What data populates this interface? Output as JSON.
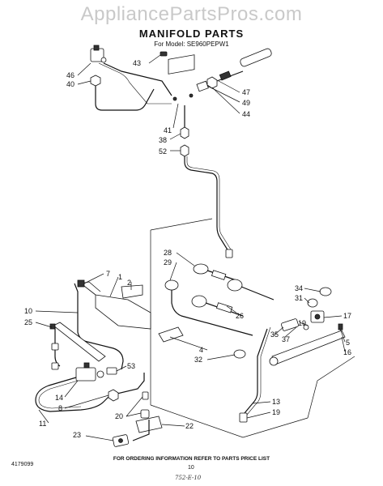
{
  "watermark": "AppliancePartsPros.com",
  "title": "MANIFOLD PARTS",
  "subtitle": "For Model: SE960PEPW1",
  "footer_note": "FOR ORDERING INFORMATION REFER TO PARTS PRICE LIST",
  "doc_number": "4179099",
  "page_number": "10",
  "handwritten": "752-E-10",
  "callouts": {
    "c46": "46",
    "c40": "40",
    "c43": "43",
    "c47": "47",
    "c49": "49",
    "c44": "44",
    "c41": "41",
    "c38": "38",
    "c52": "52",
    "c28": "28",
    "c29": "29",
    "c7": "7",
    "c1": "1",
    "c2": "2",
    "c10": "10",
    "c25": "25",
    "c26": "26",
    "c34": "34",
    "c31": "31",
    "c17": "17",
    "c19a": "19",
    "c35": "35",
    "c37": "37",
    "c5": "5",
    "c16": "16",
    "c4": "4",
    "c32": "32",
    "c53": "53",
    "c14": "14",
    "c8": "8",
    "c20": "20",
    "c22": "22",
    "c11": "11",
    "c23": "23",
    "c13": "13",
    "c19b": "19"
  }
}
